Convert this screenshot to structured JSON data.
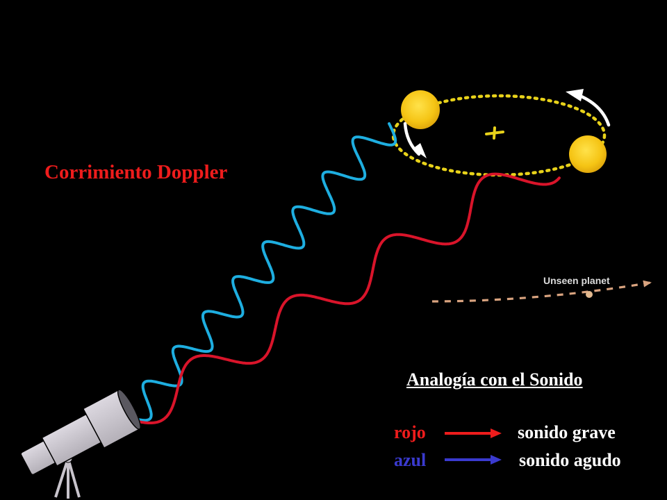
{
  "title": "Corrimiento Doppler",
  "planet_label": "Unseen planet",
  "analogy": {
    "title": "Analogía con el Sonido",
    "rows": [
      {
        "color_word": "rojo",
        "meaning": "sonido grave",
        "color": "#ee1c1c"
      },
      {
        "color_word": "azul",
        "meaning": "sonido agudo",
        "color": "#3a3acf"
      }
    ]
  },
  "colors": {
    "background": "#000000",
    "red_wave": "#d9142a",
    "blue_wave": "#1eaee0",
    "star": "#f5c414",
    "orbit": "#e8d21a",
    "planet_trail": "#d9a37f",
    "telescope": "#c8c4cc"
  },
  "icons": [
    "telescope-icon",
    "star-icon",
    "orbit-arrow-icon",
    "center-of-mass-icon",
    "planet-icon"
  ]
}
